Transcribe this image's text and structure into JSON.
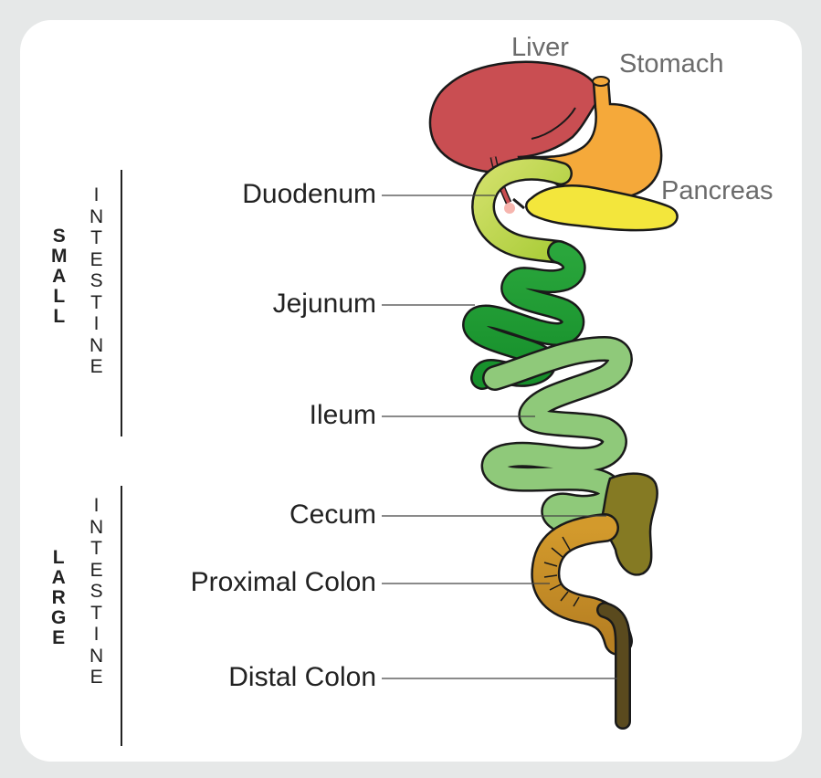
{
  "organs": {
    "liver": "Liver",
    "stomach": "Stomach",
    "pancreas": "Pancreas"
  },
  "segments": {
    "duodenum": "Duodenum",
    "jejunum": "Jejunum",
    "ileum": "Ileum",
    "cecum": "Cecum",
    "proximal_colon": "Proximal Colon",
    "distal_colon": "Distal Colon"
  },
  "groups": {
    "small": {
      "word1": [
        "S",
        "M",
        "A",
        "L",
        "L"
      ],
      "word2": [
        "I",
        "N",
        "T",
        "E",
        "S",
        "T",
        "I",
        "N",
        "E"
      ]
    },
    "large": {
      "word1": [
        "L",
        "A",
        "R",
        "G",
        "E"
      ],
      "word2": [
        "I",
        "N",
        "T",
        "E",
        "S",
        "T",
        "I",
        "N",
        "E"
      ]
    }
  },
  "colors": {
    "liver": "#c94e52",
    "stomach": "#f5a93a",
    "pancreas": "#f3e63c",
    "duodenum": "#b9d34a",
    "jejunum": "#1f9a34",
    "ileum": "#8fc97a",
    "cecum": "#857a23",
    "proximal_colon": "#d1952a",
    "distal_colon": "#5a4a1e"
  }
}
